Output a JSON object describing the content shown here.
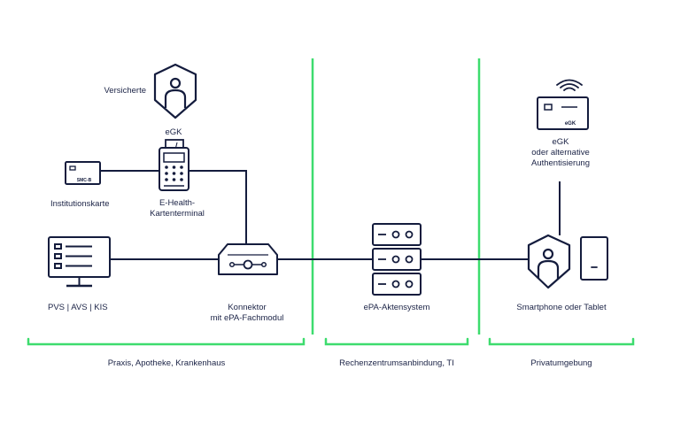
{
  "colors": {
    "navy": "#141c3d",
    "green": "#3ddc6e",
    "text": "#1b2346"
  },
  "labels": {
    "versicherte": "Versicherte",
    "egk_top": "eGK",
    "institutionskarte": "Institutionskarte",
    "terminal": [
      "E-Health-",
      "Kartenterminal"
    ],
    "pvs": "PVS | AVS | KIS",
    "konnektor": [
      "Konnektor",
      "mit ePA-Fachmodul"
    ],
    "epa_akten": "ePA-Aktensystem",
    "egk_right": [
      "eGK",
      "oder alternative",
      "Authentisierung"
    ],
    "smartphone": "Smartphone oder Tablet"
  },
  "card_text": {
    "smcb": "SMC-B",
    "egk": "eGK"
  },
  "zones": [
    {
      "label": "Praxis, Apotheke, Krankenhaus"
    },
    {
      "label": "Rechenzentrumsanbindung, TI"
    },
    {
      "label": "Privatumgebung"
    }
  ],
  "icons": [
    "shield-person-icon",
    "card-terminal-icon",
    "smcb-card-icon",
    "monitor-icon",
    "connector-icon",
    "server-stack-icon",
    "egk-wireless-card-icon",
    "smartphone-shield-icon",
    "tablet-icon"
  ]
}
